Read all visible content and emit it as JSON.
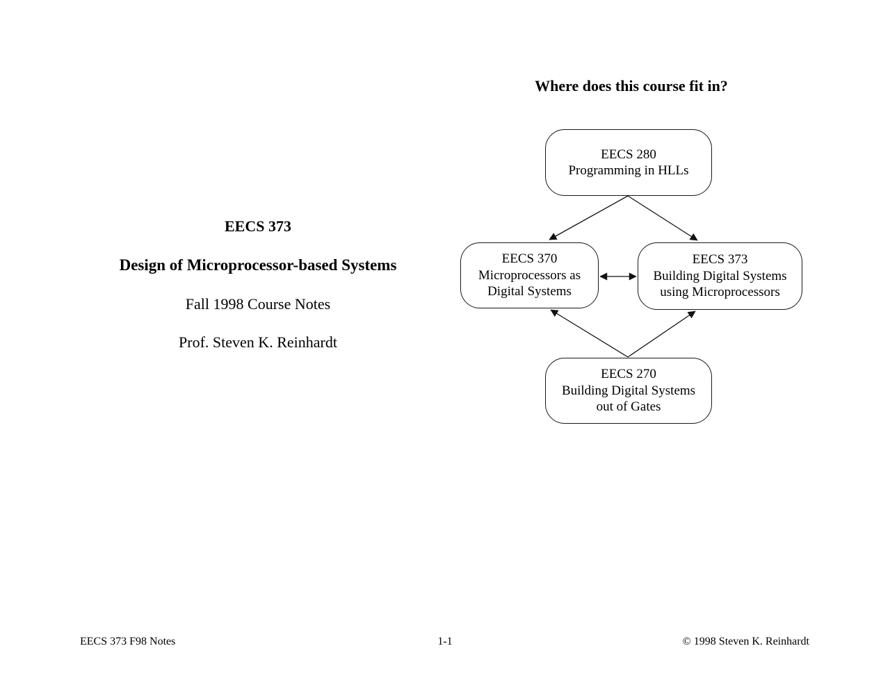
{
  "slide": {
    "title": "Where does this course fit in?"
  },
  "title_block": {
    "course_code": "EECS 373",
    "course_title": "Design of Microprocessor-based Systems",
    "term": "Fall 1998 Course Notes",
    "instructor": "Prof. Steven K. Reinhardt"
  },
  "diagram": {
    "nodes": [
      {
        "id": "eecs280",
        "lines": [
          "EECS 280",
          "Programming in HLLs"
        ]
      },
      {
        "id": "eecs370",
        "lines": [
          "EECS 370",
          "Microprocessors as",
          "Digital Systems"
        ]
      },
      {
        "id": "eecs373",
        "lines": [
          "EECS 373",
          "Building Digital Systems",
          "using Microprocessors"
        ]
      },
      {
        "id": "eecs270",
        "lines": [
          "EECS 270",
          "Building Digital Systems",
          "out of Gates"
        ]
      }
    ],
    "edges": [
      {
        "from": "eecs280",
        "to": "eecs370",
        "direction": "one-way"
      },
      {
        "from": "eecs280",
        "to": "eecs373",
        "direction": "one-way"
      },
      {
        "from": "eecs370",
        "to": "eecs373",
        "direction": "two-way"
      },
      {
        "from": "eecs270",
        "to": "eecs370",
        "direction": "one-way"
      },
      {
        "from": "eecs270",
        "to": "eecs373",
        "direction": "one-way"
      }
    ]
  },
  "footer": {
    "left": "EECS 373 F98 Notes",
    "center": "1-1",
    "right": "© 1998 Steven K. Reinhardt"
  },
  "colors": {
    "background": "#ffffff",
    "ink": "#000000"
  }
}
